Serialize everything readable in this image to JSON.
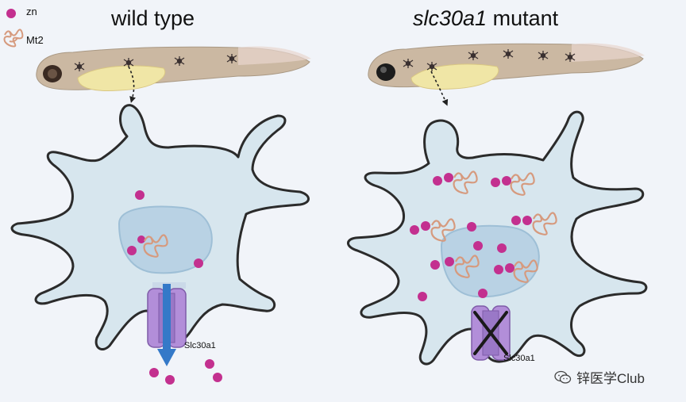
{
  "titles": {
    "wild_type": "wild  type",
    "mutant_gene": "slc30a1",
    "mutant_suffix": " mutant"
  },
  "legend": {
    "zn": "zn",
    "mt2": "Mt2"
  },
  "transporter": {
    "wild_type_label": "Slc30a1",
    "mutant_label": "Slc30a1"
  },
  "watermark": {
    "text": "锌医学Club",
    "icon": "wechat-icon"
  },
  "colors": {
    "background": "#f1f4f9",
    "cell_fill": "#d7e6ee",
    "cell_outline": "#2b2b2b",
    "nucleus_fill": "#b9d2e4",
    "zinc": "#c3308f",
    "mt2": "#d69a7e",
    "transporter": "#b28ed9",
    "efflux_arrow": "#3479c8",
    "larva_body": "#cbb8a2",
    "yolk": "#f0e6a6"
  }
}
